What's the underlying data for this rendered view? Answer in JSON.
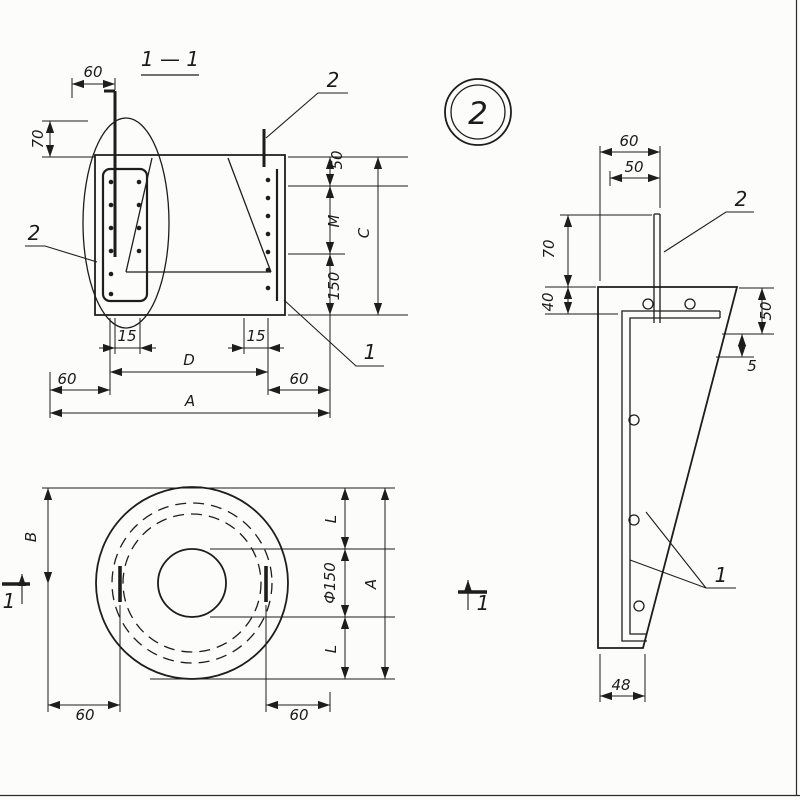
{
  "section": {
    "title": "1 — 1",
    "dim_hook60": "60",
    "dim_70": "70",
    "callout_stirrup": "2",
    "callout_bar_top": "2",
    "callout_edge": "1",
    "dim_50": "50",
    "dim_M": "M",
    "dim_150": "150",
    "dim_C": "C",
    "dim_15_left": "15",
    "dim_15_right": "15",
    "dim_D": "D",
    "dim_60_left": "60",
    "dim_60_right": "60",
    "dim_A": "A"
  },
  "detail": {
    "label": "2"
  },
  "plan": {
    "dim_B": "B",
    "dim_L_top": "L",
    "dim_dia": "Ф150",
    "dim_L_bottom": "L",
    "dim_A": "A",
    "dim_60_left": "60",
    "dim_60_right": "60",
    "cut_left": "1",
    "cut_right": "1"
  },
  "side": {
    "dim_60": "60",
    "dim_50_top": "50",
    "dim_70": "70",
    "dim_40": "40",
    "dim_50_right": "50",
    "dim_5": "5",
    "dim_48": "48",
    "callout_bar": "2",
    "callout_plate": "1"
  }
}
